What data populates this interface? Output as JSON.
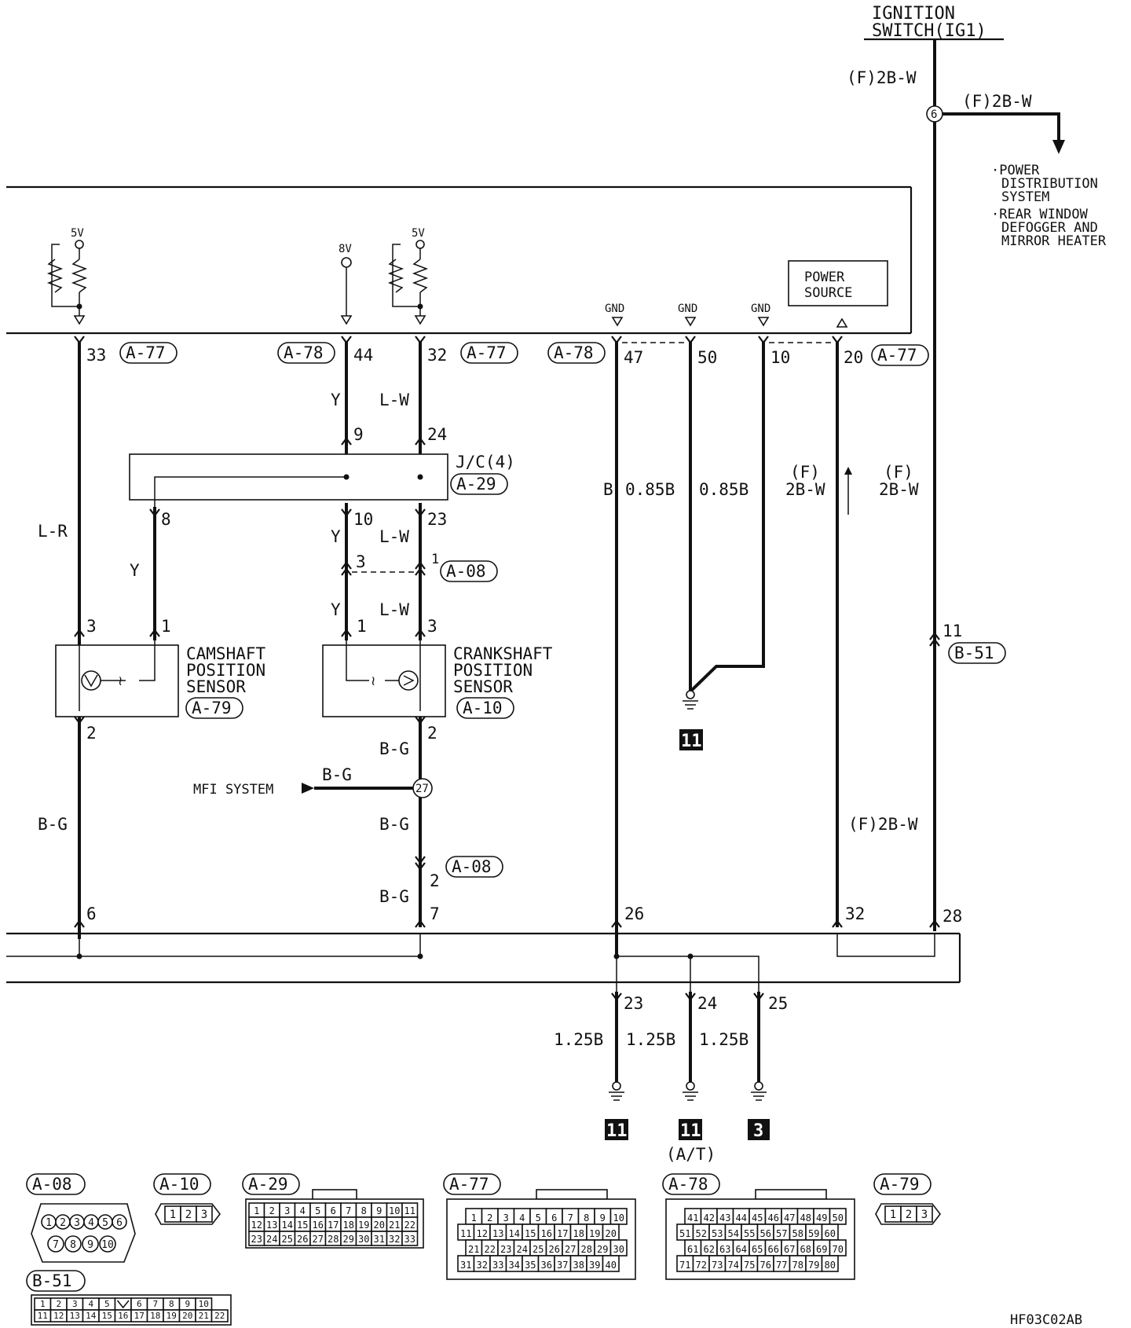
{
  "ignition_switch": {
    "line1": "IGNITION",
    "line2": "SWITCH(IG1)"
  },
  "power_branch": {
    "wire_top": "(F)2B-W",
    "wire_right": "(F)2B-W",
    "junction": "6",
    "destinations": [
      "·POWER",
      "DISTRIBUTION",
      "SYSTEM",
      "·REAR WINDOW",
      "DEFOGGER AND",
      "MIRROR HEATER"
    ]
  },
  "ecu": {
    "supply_5v_left": "5V",
    "supply_8v": "8V",
    "supply_5v_right": "5V",
    "gnd": "GND",
    "power_source_line1": "POWER",
    "power_source_line2": "SOURCE"
  },
  "pins": {
    "p33": "33",
    "p44": "44",
    "p32": "32",
    "p47": "47",
    "p50": "50",
    "p10": "10",
    "p20": "20",
    "jc9": "9",
    "jc24": "24",
    "jc8": "8",
    "jc10": "10",
    "jc23": "23",
    "a08_3": "3",
    "a08_1": "1",
    "a08_2": "2",
    "cam3": "3",
    "cam1": "1",
    "cam2": "2",
    "crk1": "1",
    "crk3": "3",
    "crk2": "2",
    "j27": "27",
    "b51_11": "11",
    "bot6": "6",
    "bot7": "7",
    "bot26": "26",
    "bot32": "32",
    "bot28": "28",
    "g23": "23",
    "g24": "24",
    "g25": "25"
  },
  "connectors": {
    "a77": "A-77",
    "a78": "A-78",
    "a29": "A-29",
    "a08": "A-08",
    "a79": "A-79",
    "a10": "A-10",
    "b51": "B-51",
    "jc": "J/C(4)"
  },
  "wires": {
    "y": "Y",
    "lw": "L-W",
    "lr": "L-R",
    "bg": "B-G",
    "b": "B",
    "b085": "0.85B",
    "b125": "1.25B",
    "f": "(F)",
    "fw2": "2B-W",
    "f2bw": "(F)2B-W"
  },
  "components": {
    "cam_line1": "CAMSHAFT",
    "cam_line2": "POSITION",
    "cam_line3": "SENSOR",
    "crk_line1": "CRANKSHAFT",
    "crk_line2": "POSITION",
    "crk_line3": "SENSOR",
    "mfi": "MFI SYSTEM"
  },
  "grounds": {
    "g11": "11",
    "g3": "3",
    "at": "(A/T)"
  },
  "connector_views": {
    "a08": {
      "label": "A-08",
      "row1": [
        "1",
        "2",
        "3",
        "4",
        "5",
        "6"
      ],
      "row2": [
        "7",
        "8",
        "9",
        "10"
      ]
    },
    "a10": {
      "label": "A-10",
      "pins": [
        "1",
        "2",
        "3"
      ]
    },
    "a29": {
      "label": "A-29",
      "rows": [
        [
          "1",
          "2",
          "3",
          "4",
          "5",
          "6",
          "7",
          "8",
          "9",
          "10",
          "11"
        ],
        [
          "12",
          "13",
          "14",
          "15",
          "16",
          "17",
          "18",
          "19",
          "20",
          "21",
          "22"
        ],
        [
          "23",
          "24",
          "25",
          "26",
          "27",
          "28",
          "29",
          "30",
          "31",
          "32",
          "33"
        ]
      ]
    },
    "a77": {
      "label": "A-77",
      "rows": [
        [
          "1",
          "2",
          "3",
          "4",
          "5",
          "6",
          "7",
          "8",
          "9",
          "10"
        ],
        [
          "11",
          "12",
          "13",
          "14",
          "15",
          "16",
          "17",
          "18",
          "19",
          "20"
        ],
        [
          "21",
          "22",
          "23",
          "24",
          "25",
          "26",
          "27",
          "28",
          "29",
          "30"
        ],
        [
          "31",
          "32",
          "33",
          "34",
          "35",
          "36",
          "37",
          "38",
          "39",
          "40"
        ]
      ]
    },
    "a78": {
      "label": "A-78",
      "rows": [
        [
          "41",
          "42",
          "43",
          "44",
          "45",
          "46",
          "47",
          "48",
          "49",
          "50"
        ],
        [
          "51",
          "52",
          "53",
          "54",
          "55",
          "56",
          "57",
          "58",
          "59",
          "60"
        ],
        [
          "61",
          "62",
          "63",
          "64",
          "65",
          "66",
          "67",
          "68",
          "69",
          "70"
        ],
        [
          "71",
          "72",
          "73",
          "74",
          "75",
          "76",
          "77",
          "78",
          "79",
          "80"
        ]
      ]
    },
    "a79": {
      "label": "A-79",
      "pins": [
        "1",
        "2",
        "3"
      ]
    },
    "b51": {
      "label": "B-51",
      "rows": [
        [
          "1",
          "2",
          "3",
          "4",
          "5",
          "",
          "6",
          "7",
          "8",
          "9",
          "10"
        ],
        [
          "11",
          "12",
          "13",
          "14",
          "15",
          "16",
          "17",
          "18",
          "19",
          "20",
          "21",
          "22"
        ]
      ]
    }
  },
  "figure_code": "HF03C02AB"
}
